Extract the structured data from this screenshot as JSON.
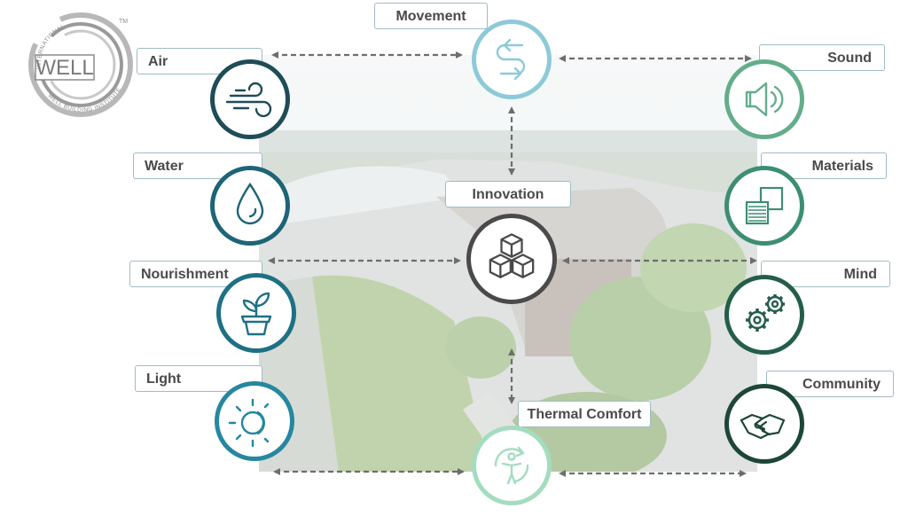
{
  "logo": {
    "wordmark": "WELL",
    "ring_top": "INTERNATIONAL",
    "ring_bottom": "WELL BUILDING INSTITUTE",
    "trademark": "TM"
  },
  "concepts": {
    "air": {
      "label": "Air",
      "color": "#1e4c57",
      "icon": "wind-icon"
    },
    "water": {
      "label": "Water",
      "color": "#1e6478",
      "icon": "water-drop-icon"
    },
    "nourishment": {
      "label": "Nourishment",
      "color": "#1e7085",
      "icon": "potted-plant-icon"
    },
    "light": {
      "label": "Light",
      "color": "#2687a0",
      "icon": "sun-moon-icon"
    },
    "movement": {
      "label": "Movement",
      "color": "#8ccad8",
      "icon": "movement-arrows-icon"
    },
    "innovation": {
      "label": "Innovation",
      "color": "#4a4a4a",
      "icon": "cubes-icon"
    },
    "thermal_comfort": {
      "label": "Thermal Comfort",
      "color": "#a4dcc0",
      "icon": "person-cycle-icon"
    },
    "sound": {
      "label": "Sound",
      "color": "#63ad8b",
      "icon": "speaker-icon"
    },
    "materials": {
      "label": "Materials",
      "color": "#3c8e72",
      "icon": "material-swatch-icon"
    },
    "mind": {
      "label": "Mind",
      "color": "#245e4a",
      "icon": "gears-icon"
    },
    "community": {
      "label": "Community",
      "color": "#1d4638",
      "icon": "handshake-icon"
    }
  }
}
